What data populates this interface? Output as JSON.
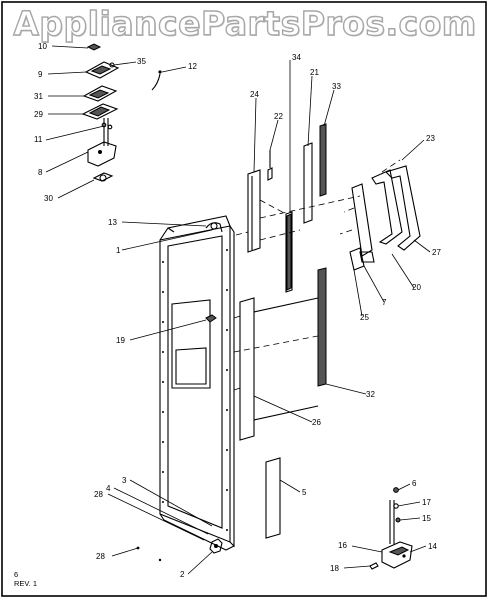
{
  "watermark": "AppliancePartsPros.com",
  "footer": {
    "line1": "6",
    "line2": "REV. 1"
  },
  "callouts": {
    "c1": "1",
    "c2": "2",
    "c3": "3",
    "c4": "4",
    "c5": "5",
    "c6": "6",
    "c7": "7",
    "c8": "8",
    "c9": "9",
    "c10": "10",
    "c11": "11",
    "c12": "12",
    "c13": "13",
    "c14": "14",
    "c15": "15",
    "c16": "16",
    "c17": "17",
    "c18": "18",
    "c19": "19",
    "c20": "20",
    "c21": "21",
    "c22": "22",
    "c23": "23",
    "c24": "24",
    "c25": "25",
    "c26": "26",
    "c27": "27",
    "c28a": "28",
    "c28b": "28",
    "c29": "29",
    "c30": "30",
    "c31": "31",
    "c32": "32",
    "c33": "33",
    "c34": "34",
    "c35": "35"
  }
}
